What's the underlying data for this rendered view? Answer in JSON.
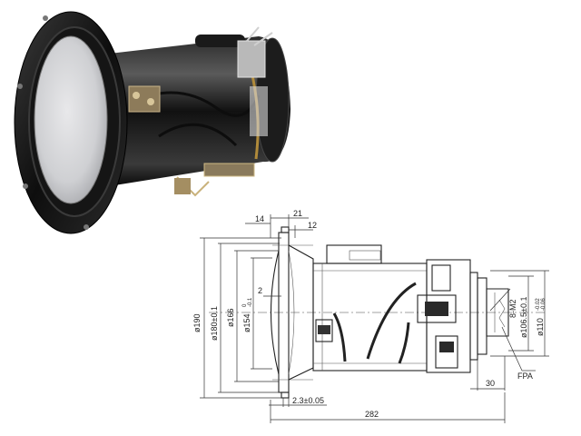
{
  "figure": {
    "photo_alt": "",
    "dimensions": {
      "top_14": "14",
      "top_21": "21",
      "top_12": "12",
      "dim_2": "2",
      "diam_190": "ø190",
      "diam_180": "ø180±0.1",
      "diam_166": "ø166",
      "diam_154": "ø154",
      "diam_154_tol_upper": "0",
      "diam_154_tol_lower": "-0.1",
      "diam_106": "ø106.5±0.1",
      "diam_110": "ø110",
      "diam_110_tol_upper": "-0.02",
      "diam_110_tol_lower": "-0.06",
      "thread_8m2": "8-M2",
      "dim_30": "30",
      "fpa": "FPA",
      "dim_2_3": "2.3±0.05",
      "length_282": "282"
    }
  }
}
